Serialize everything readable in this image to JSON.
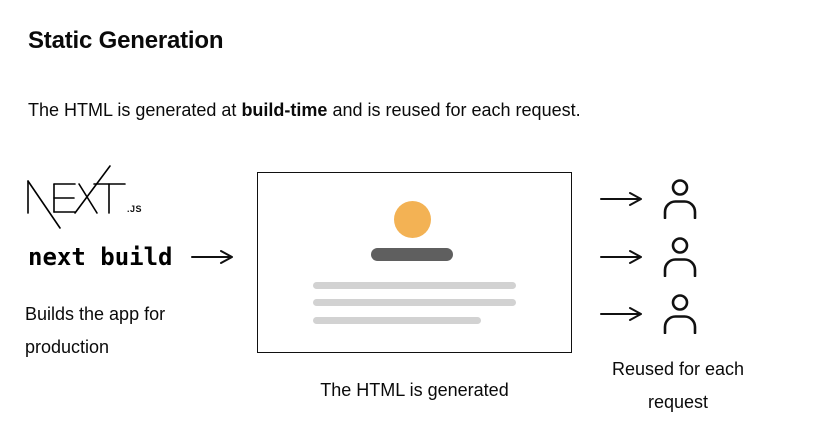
{
  "header": {
    "title": "Static Generation",
    "intro_pre": "The HTML is generated at ",
    "intro_bold": "build-time",
    "intro_post": " and is reused for each request."
  },
  "build_step": {
    "logo_text": "NEXT",
    "logo_suffix": ".JS",
    "command": "next build",
    "description": "Builds the app for production"
  },
  "page_preview": {
    "caption": "The HTML is generated",
    "elements": [
      "accent-circle",
      "heading-bar",
      "text-bar",
      "text-bar",
      "text-bar-short"
    ]
  },
  "requests": {
    "count": 3,
    "caption": "Reused for each request"
  },
  "colors": {
    "accent_circle": "#F3B254",
    "heading_bar": "#5F5F5F",
    "text_bar": "#D2D2D2",
    "ink": "#0A0A0A"
  }
}
